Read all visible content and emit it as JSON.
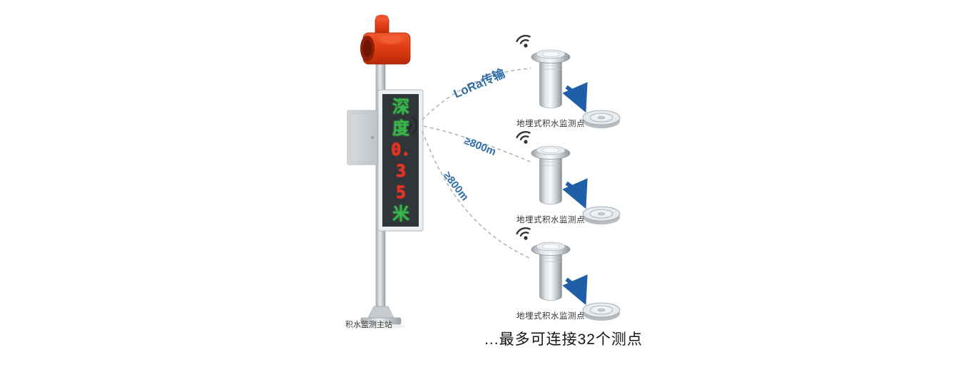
{
  "master_station": {
    "label": "积水监测主站",
    "display_rows": [
      {
        "text": "深",
        "color": "green"
      },
      {
        "text": "度",
        "color": "green"
      },
      {
        "text": "0.",
        "color": "red"
      },
      {
        "text": "3",
        "color": "red"
      },
      {
        "text": "5",
        "color": "red"
      },
      {
        "text": "米",
        "color": "green"
      }
    ]
  },
  "links": [
    {
      "label": "LoRa传输"
    },
    {
      "label": "≥800m"
    },
    {
      "label": "≥800m"
    }
  ],
  "sensors": [
    {
      "label": "地埋式积水监测点"
    },
    {
      "label": "地埋式积水监测点"
    },
    {
      "label": "地埋式积水监测点"
    }
  ],
  "footer": {
    "text": "...最多可连接32个测点"
  },
  "colors": {
    "led_green": "#39b54a",
    "led_red": "#ea3323",
    "link_label_blue": "#2e6da8",
    "arrow_blue": "#1f5fa8",
    "alarm_red": "#df3a12",
    "label_dark": "#333333"
  }
}
